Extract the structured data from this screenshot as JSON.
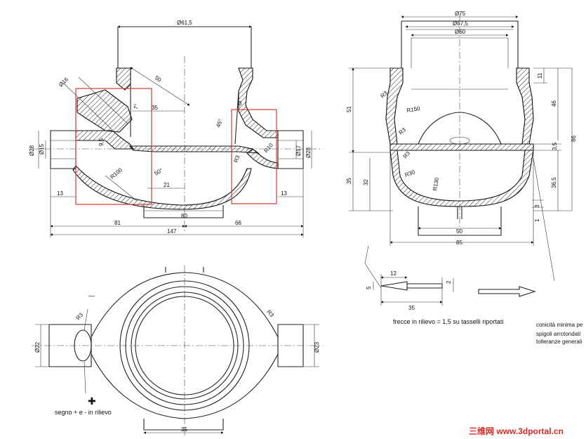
{
  "drawing": {
    "front_section": {
      "top_diameter": "Ø61,5",
      "dims": {
        "d16": "Ø16",
        "d50": "50",
        "d35": "35",
        "d28_left": "Ø28",
        "d15": "Ø15",
        "d9_5": "9,5",
        "r100": "R100",
        "r50deg": "50°",
        "d21": "21",
        "d13_left": "13",
        "d80": "80",
        "d81": "81",
        "d66": "66",
        "d147": "147",
        "r3": "R3",
        "r10": "R10",
        "d17": "Ø17",
        "d28_right": "Ø28",
        "d13_right": "13",
        "a45": "45°",
        "d3": "3",
        "a7": "7°"
      }
    },
    "side_section": {
      "dims": {
        "d75": "Ø75",
        "d67_5": "Ø67,5",
        "d60": "Ø60",
        "d11": "11",
        "d51": "51",
        "r3a": "R3",
        "r150": "R150",
        "r3b": "R3",
        "d46": "46",
        "d86": "86",
        "d3_5": "3,5",
        "d35": "35",
        "d32": "32",
        "r3c": "R3",
        "r30": "R30",
        "r130": "R130",
        "d36_5": "36,5",
        "d3": "3",
        "d1": "1",
        "d50": "50",
        "d85": "85"
      }
    },
    "arrow_detail": {
      "d12": "12",
      "d5": "5",
      "d2": "2",
      "d35": "35",
      "note": "frecce in rilievo = 1,5 su tasselli riportati"
    },
    "plan_view": {
      "r3_left": "R3",
      "r3_right": "R3",
      "d22": "Ø22",
      "d23": "Ø23",
      "d35": "35",
      "minus_sign": "—",
      "plus_sign": "✚",
      "note": "segno + e - in rilievo"
    },
    "general_notes": {
      "line1": "conicità minima pe",
      "line2": "spigoli arrotondati",
      "line3": "tolleranze generali"
    },
    "watermark": "三维网 www.3dportal.cn"
  }
}
